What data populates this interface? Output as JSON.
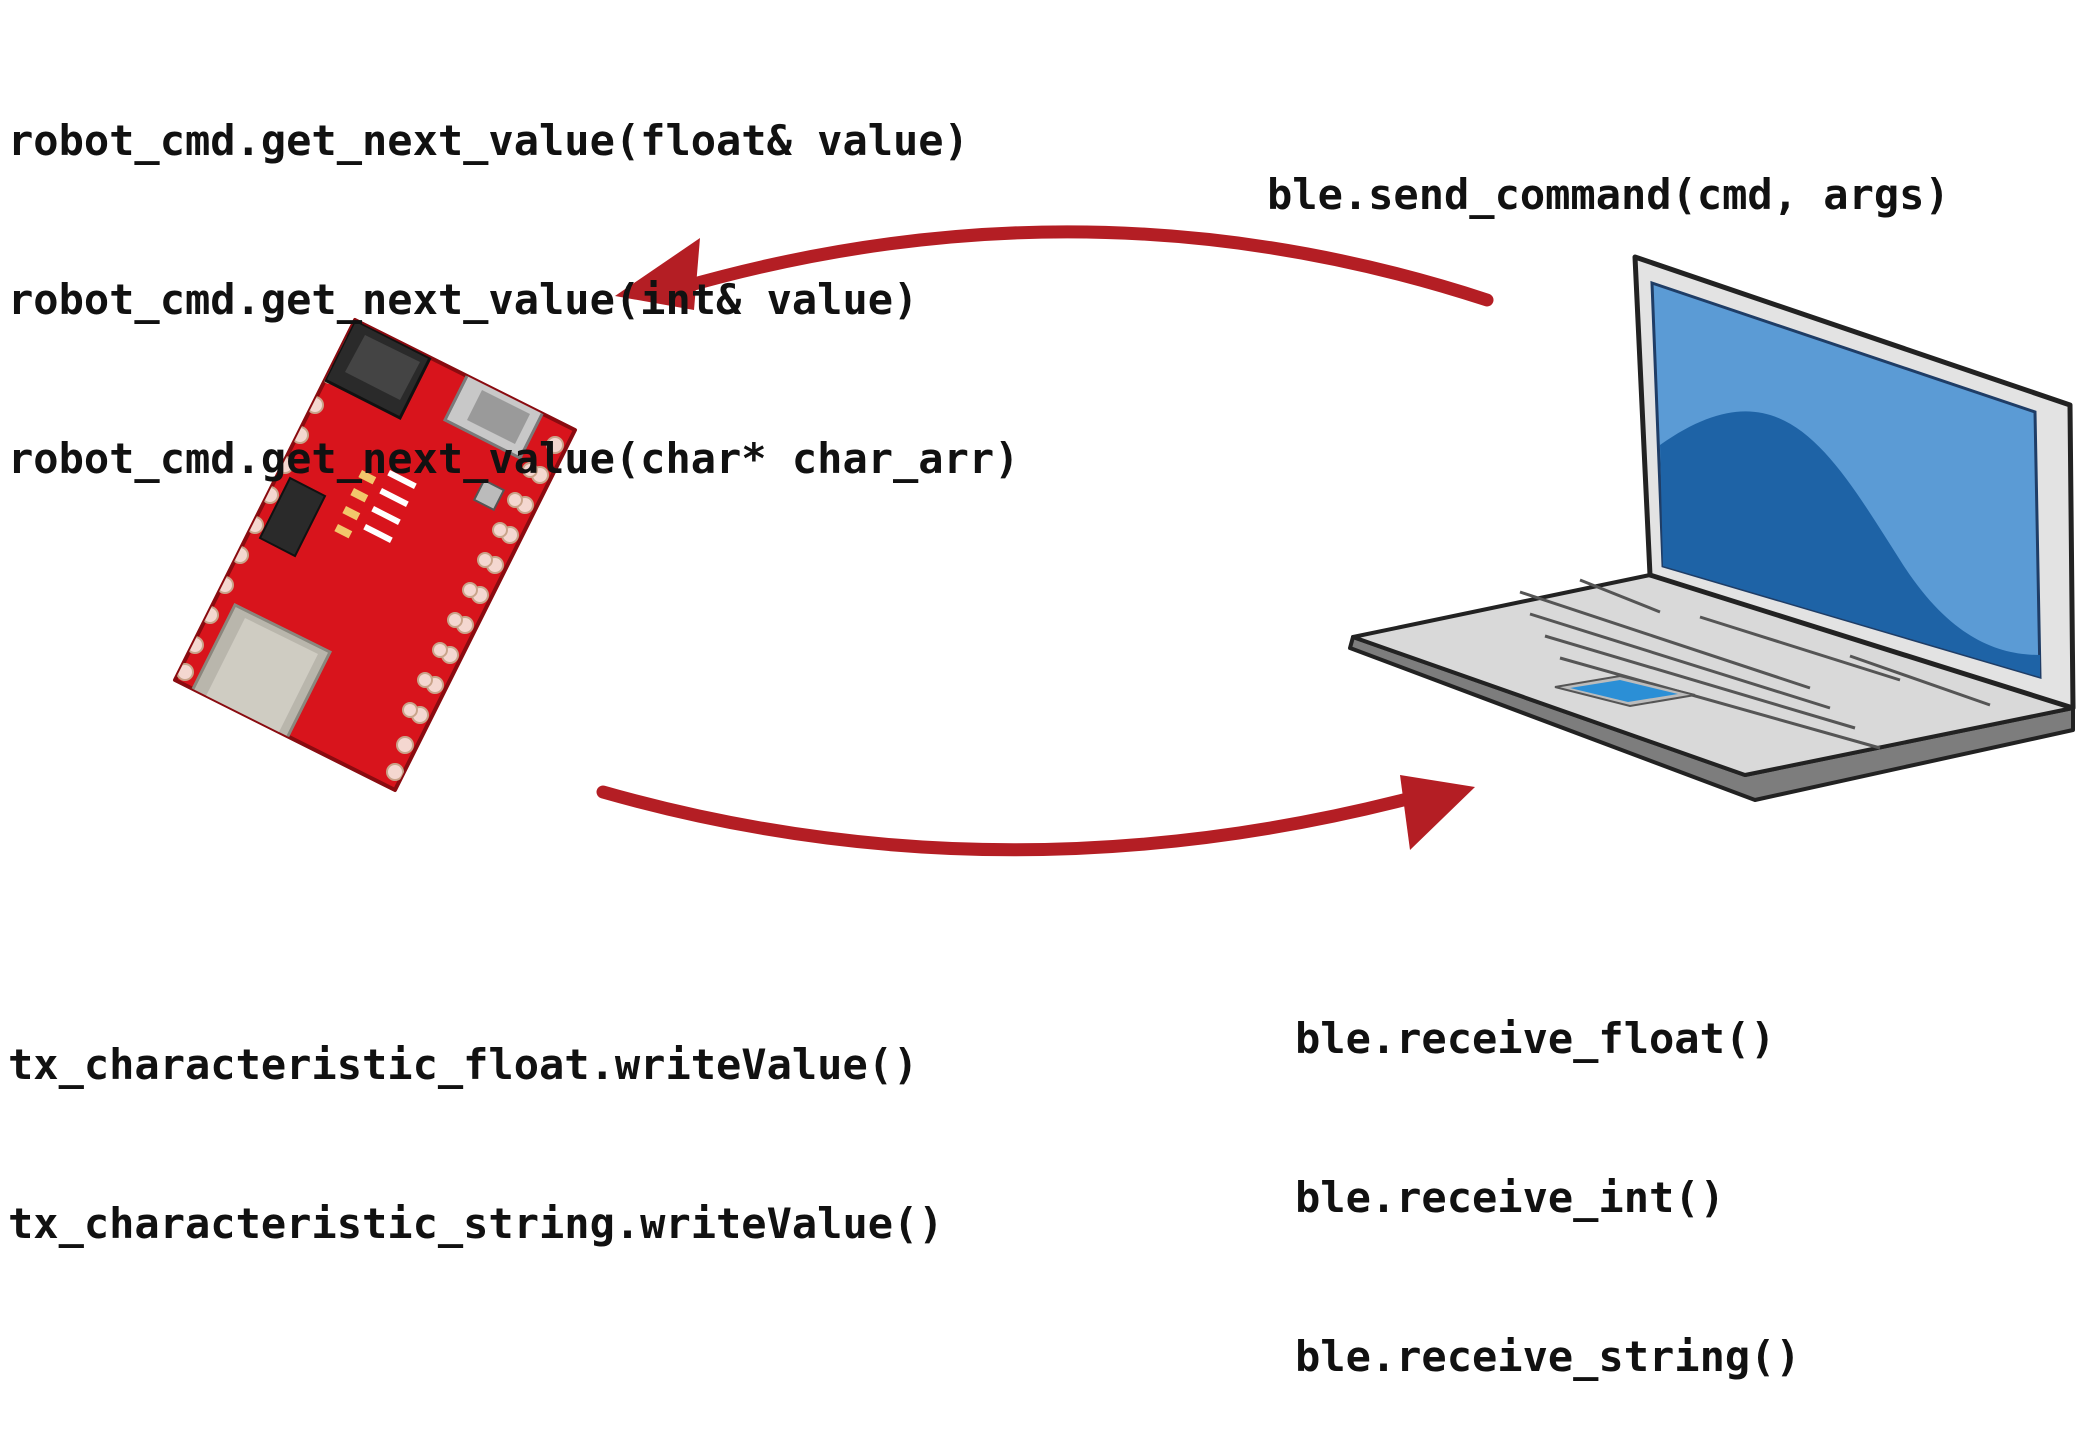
{
  "robot_functions": [
    "robot_cmd.get_next_value(float& value)",
    "robot_cmd.get_next_value(int& value)",
    "robot_cmd.get_next_value(char* char_arr)"
  ],
  "ble_send": "ble.send_command(cmd, args)",
  "tx_functions": [
    "tx_characteristic_float.writeValue()",
    "tx_characteristic_string.writeValue()"
  ],
  "ble_receive": [
    "ble.receive_float()",
    "ble.receive_int()",
    "ble.receive_string()"
  ],
  "colors": {
    "arrow": "#b41e24",
    "board": "#d8141c",
    "laptop_screen": "#5b9bd5",
    "laptop_body": "#dcdcdc",
    "text": "#111111"
  },
  "icons": [
    "artemis-nano-board-icon",
    "laptop-icon"
  ]
}
